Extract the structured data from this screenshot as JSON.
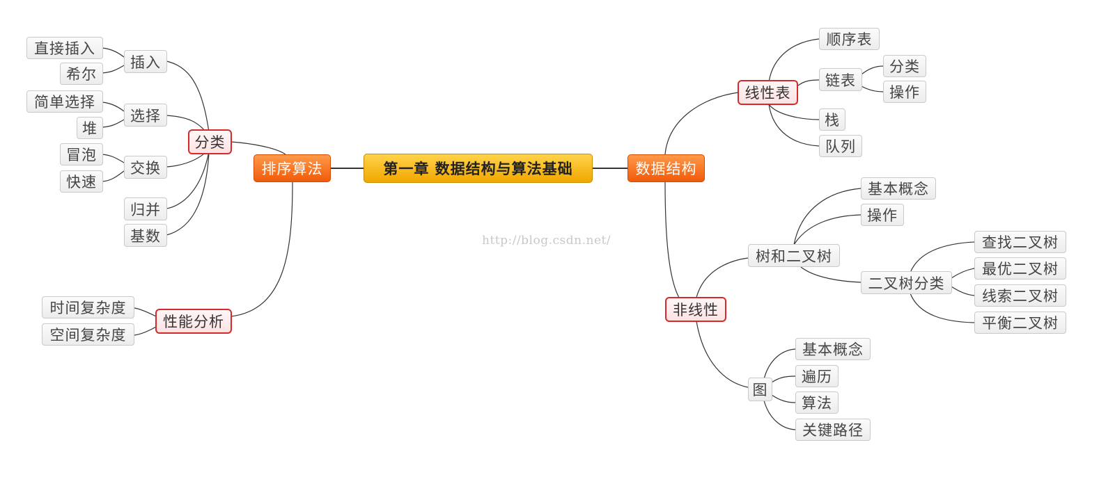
{
  "diagram": {
    "root": "第一章  数据结构与算法基础",
    "left": {
      "branch": "排序算法",
      "classify": {
        "label": "分类",
        "insert": {
          "label": "插入",
          "children": [
            "直接插入",
            "希尔"
          ]
        },
        "select": {
          "label": "选择",
          "children": [
            "简单选择",
            "堆"
          ]
        },
        "swap": {
          "label": "交换",
          "children": [
            "冒泡",
            "快速"
          ]
        },
        "merge": "归并",
        "radix": "基数"
      },
      "analysis": {
        "label": "性能分析",
        "children": [
          "时间复杂度",
          "空间复杂度"
        ]
      }
    },
    "right": {
      "branch": "数据结构",
      "linear": {
        "label": "线性表",
        "seq": "顺序表",
        "linked": {
          "label": "链表",
          "children": [
            "分类",
            "操作"
          ]
        },
        "stack": "栈",
        "queue": "队列"
      },
      "nonlinear": {
        "label": "非线性",
        "tree": {
          "label": "树和二叉树",
          "concept": "基本概念",
          "ops": "操作",
          "bintype": {
            "label": "二叉树分类",
            "children": [
              "查找二叉树",
              "最优二叉树",
              "线索二叉树",
              "平衡二叉树"
            ]
          }
        },
        "graph": {
          "label": "图",
          "children": [
            "基本概念",
            "遍历",
            "算法",
            "关键路径"
          ]
        }
      }
    },
    "watermark": "http://blog.csdn.net/"
  }
}
